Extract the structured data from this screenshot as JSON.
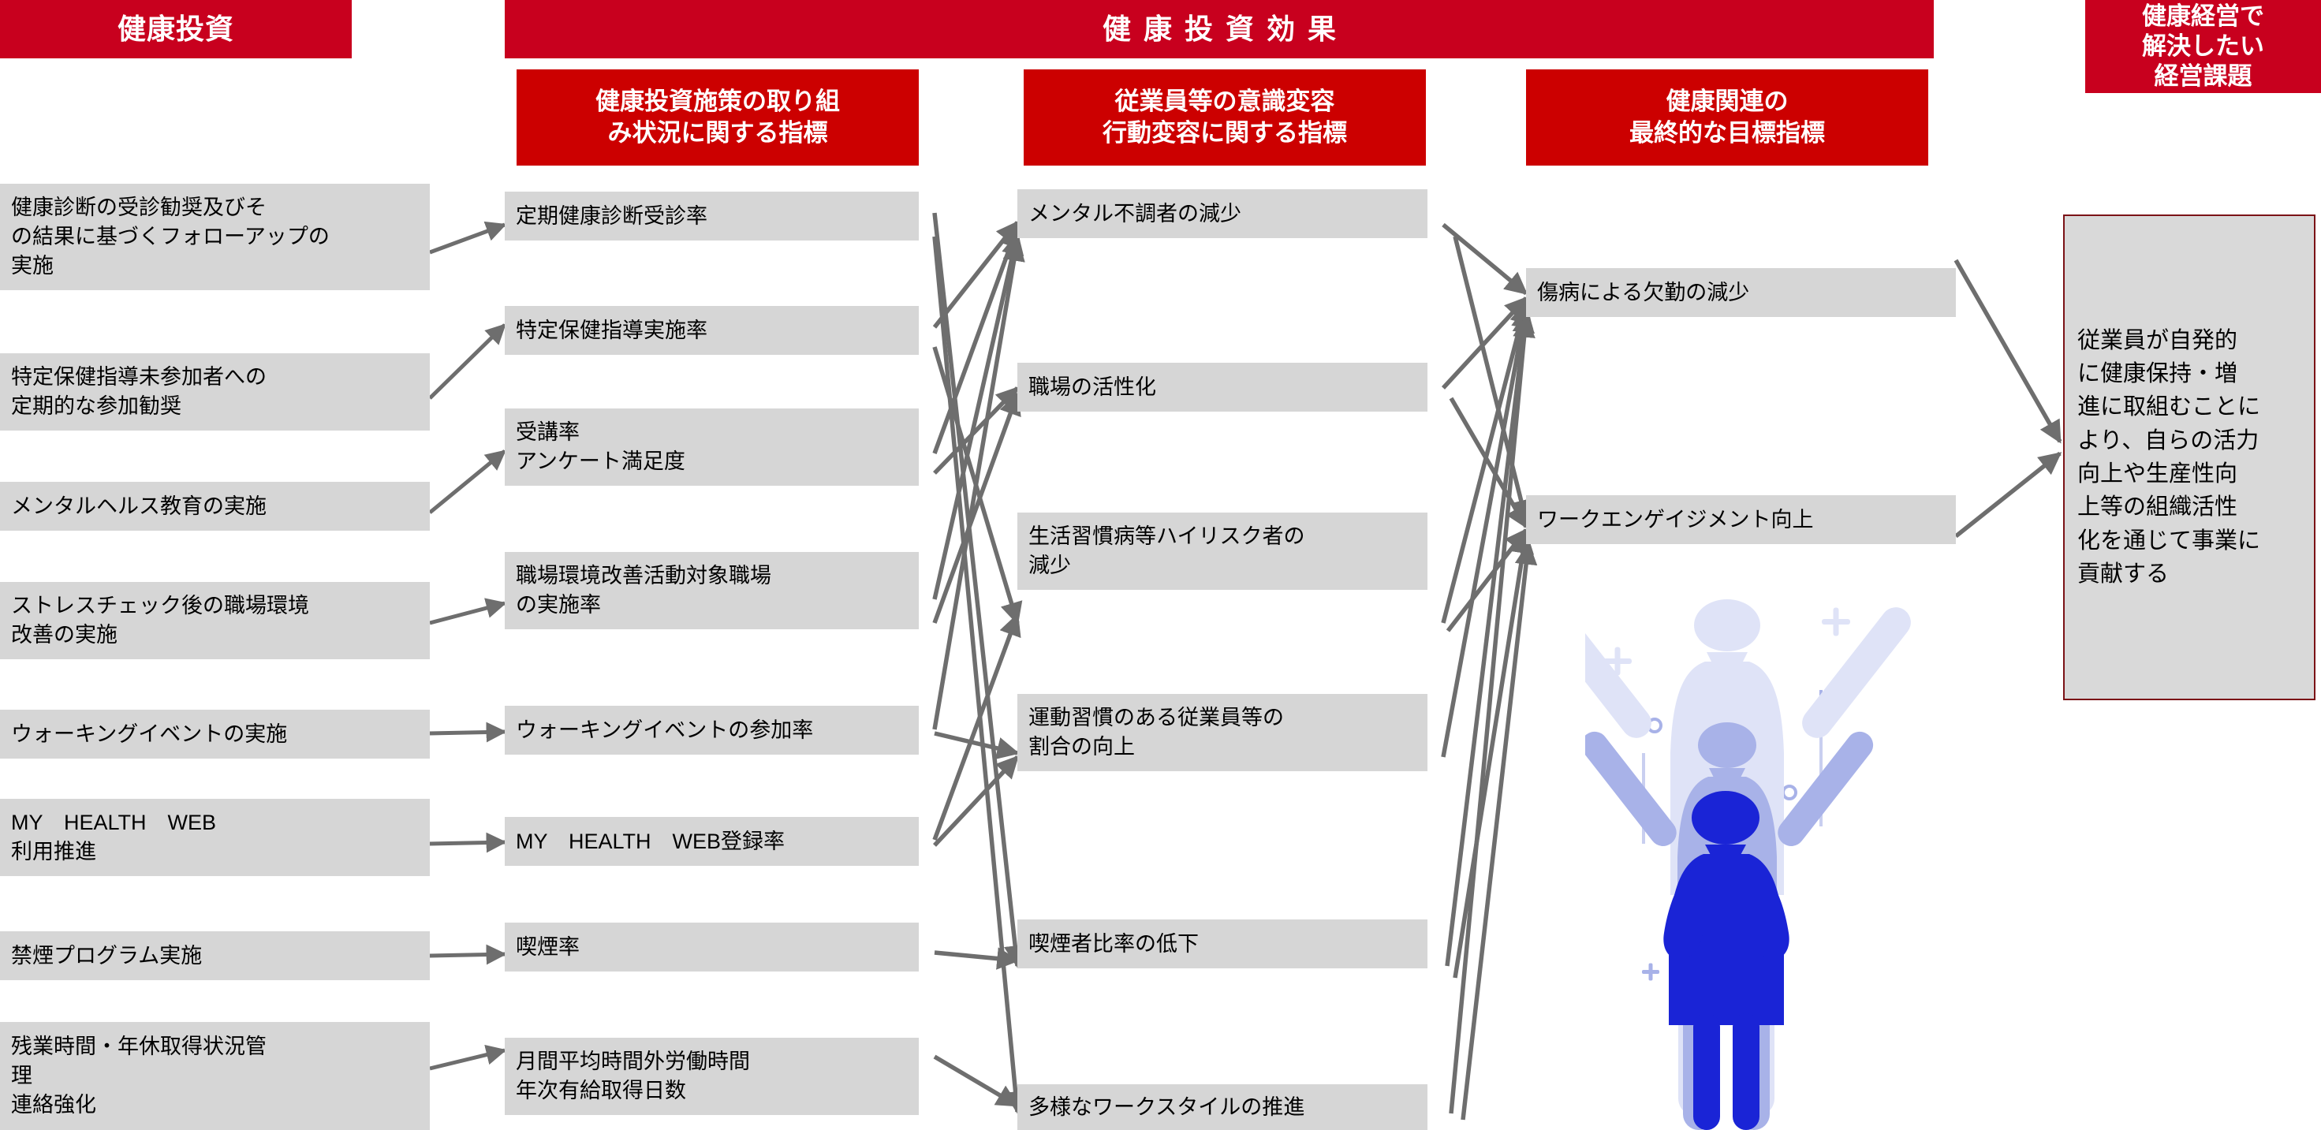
{
  "banners": {
    "investment": "健康投資",
    "effect": "健康投資効果",
    "issue": "健康経営で\n解決したい\n経営課題"
  },
  "subheaders": [
    "健康投資施策の取り組\nみ状況に関する指標",
    "従業員等の意識変容\n行動変容に関する指標",
    "健康関連の\n最終的な目標指標"
  ],
  "colors": {
    "banner_red": "#C8001E",
    "sub_red": "#CC0000",
    "box_grey": "#D6D6D6",
    "arrow_grey": "#6E6E6E",
    "goal_border": "#7B1216",
    "figure_blue_dark": "#1A24D6",
    "figure_blue_mid": "#A8B2E8",
    "figure_blue_light": "#DFE3F7"
  },
  "columns": {
    "investment_measures": [
      "健康診断の受診勧奨及びそ\nの結果に基づくフォローアップの\n実施",
      "特定保健指導未参加者への\n定期的な参加勧奨",
      "メンタルヘルス教育の実施",
      "ストレスチェック後の職場環境\n改善の実施",
      "ウォーキングイベントの実施",
      "MY　HEALTH　WEB\n利用推進",
      "禁煙プログラム実施",
      "残業時間・年休取得状況管\n理\n連絡強化"
    ],
    "implementation_indicators": [
      "定期健康診断受診率",
      "特定保健指導実施率",
      "受講率\nアンケート満足度",
      "職場環境改善活動対象職場\nの実施率",
      "ウォーキングイベントの参加率",
      "MY　HEALTH　WEB登録率",
      "喫煙率",
      "月間平均時間外労働時間\n年次有給取得日数"
    ],
    "behavior_change_indicators": [
      "メンタル不調者の減少",
      "職場の活性化",
      "生活習慣病等ハイリスク者の\n減少",
      "運動習慣のある従業員等の\n割合の向上",
      "喫煙者比率の低下",
      "多様なワークスタイルの推進"
    ],
    "final_goal_indicators": [
      "傷病による欠勤の減少",
      "ワークエンゲイジメント向上"
    ]
  },
  "goal_statement": "従業員が自発的\nに健康保持・増\n進に取組むことに\nより、自らの活力\n向上や生産性向\n上等の組織活性\n化を通じて事業に\n貢献する",
  "illustration": {
    "name": "three-layered-person-arms-raised",
    "figures": 3,
    "decorations": [
      "plus",
      "plus",
      "plus",
      "circle",
      "circle",
      "line",
      "line"
    ]
  }
}
